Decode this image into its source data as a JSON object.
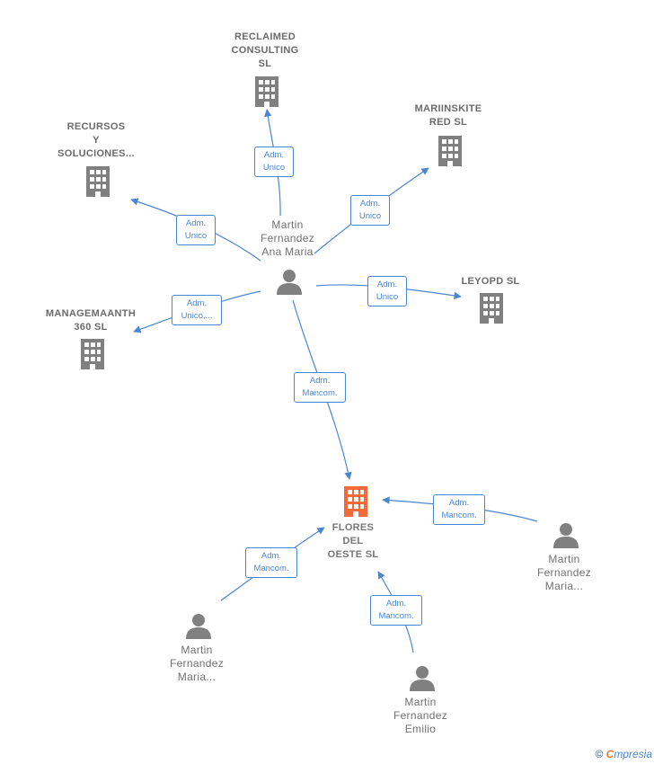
{
  "colors": {
    "edge": "#4a86d4",
    "company_icon": "#808080",
    "main_company_icon": "#f06a3c",
    "person_icon": "#808080",
    "text": "#666666"
  },
  "nodes": {
    "reclaimed": {
      "lines": [
        "RECLAIMED",
        "CONSULTING",
        "SL"
      ],
      "icon": "building-icon"
    },
    "mariinskite": {
      "lines": [
        "MARIINSKITE",
        "RED SL"
      ],
      "icon": "building-icon"
    },
    "recursos": {
      "lines": [
        "RECURSOS",
        "Y",
        "SOLUCIONES..."
      ],
      "icon": "building-icon"
    },
    "leyopd": {
      "lines": [
        "LEYOPD SL"
      ],
      "icon": "building-icon"
    },
    "managemaanth": {
      "lines": [
        "MANAGEMAANTH",
        "360 SL"
      ],
      "icon": "building-icon"
    },
    "flores": {
      "lines": [
        "FLORES",
        "DEL",
        "OESTE SL"
      ],
      "icon": "building-icon"
    },
    "ana_maria": {
      "lines": [
        "Martin",
        "Fernandez",
        "Ana Maria"
      ],
      "icon": "person-icon"
    },
    "maria_right": {
      "lines": [
        "Martin",
        "Fernandez",
        "Maria..."
      ],
      "icon": "person-icon"
    },
    "maria_left": {
      "lines": [
        "Martin",
        "Fernandez",
        "Maria..."
      ],
      "icon": "person-icon"
    },
    "emilio": {
      "lines": [
        "Martin",
        "Fernandez",
        "Emilio"
      ],
      "icon": "person-icon"
    }
  },
  "edges": {
    "to_reclaimed": [
      "Adm.",
      "Unico"
    ],
    "to_mariinskite": [
      "Adm.",
      "Unico"
    ],
    "to_recursos": [
      "Adm.",
      "Unico"
    ],
    "to_leyopd": [
      "Adm.",
      "Unico"
    ],
    "to_managemaanth": [
      "Adm.",
      "Unico,..."
    ],
    "to_flores_ana": [
      "Adm.",
      "Mancom."
    ],
    "to_flores_maria_right": [
      "Adm.",
      "Mancom."
    ],
    "to_flores_maria_left": [
      "Adm.",
      "Mancom."
    ],
    "to_flores_emilio": [
      "Adm.",
      "Mancom."
    ]
  },
  "footer": {
    "copyright": "©",
    "brand_initial": "C",
    "brand_rest": "mpresia"
  }
}
